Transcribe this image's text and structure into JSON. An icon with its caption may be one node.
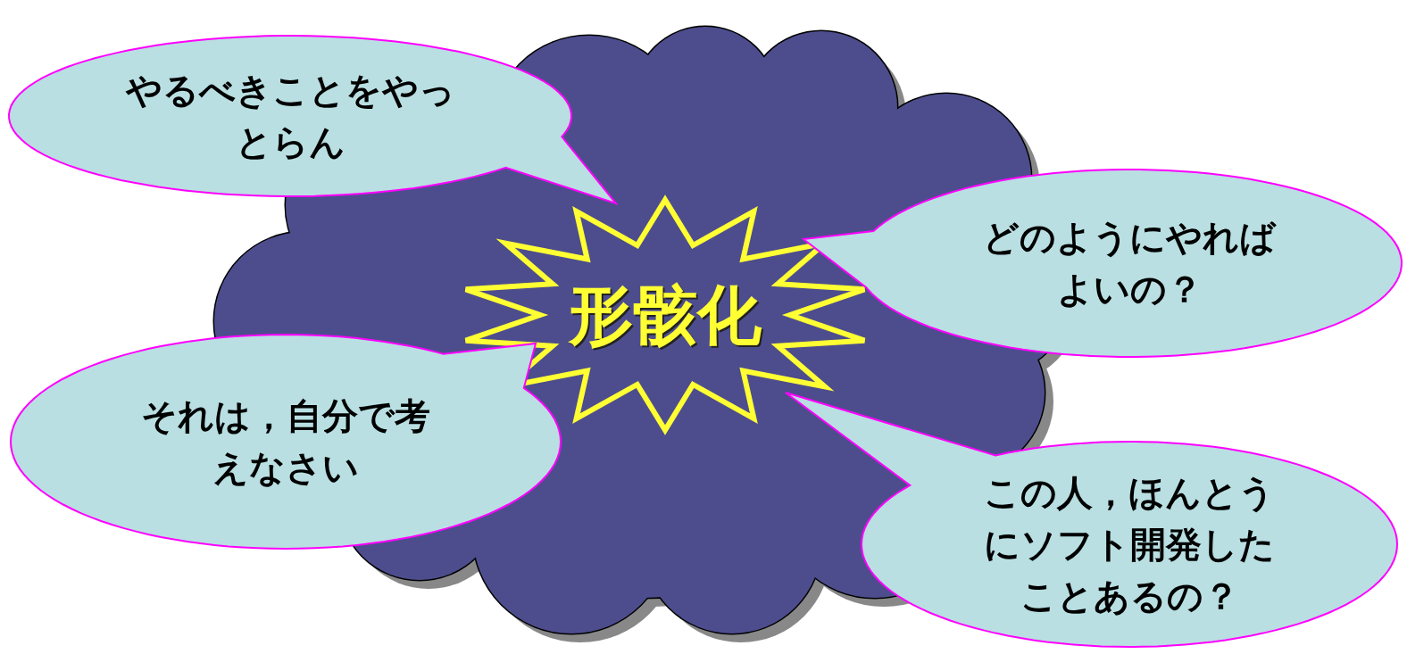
{
  "diagram": {
    "nodes": [
      {
        "text": [],
        "shape": "cloud"
      },
      {
        "text": [
          "形骸化"
        ],
        "in": 0
      },
      {
        "text": [
          "やるべきことをやっとらん"
        ]
      },
      {
        "text": [
          "どのようにやればよいの？"
        ]
      },
      {
        "text": [
          "それは，自分で考えなさい"
        ]
      },
      {
        "text": [
          "この人，ほんとうにソフト開発したことあるの？"
        ]
      }
    ]
  }
}
